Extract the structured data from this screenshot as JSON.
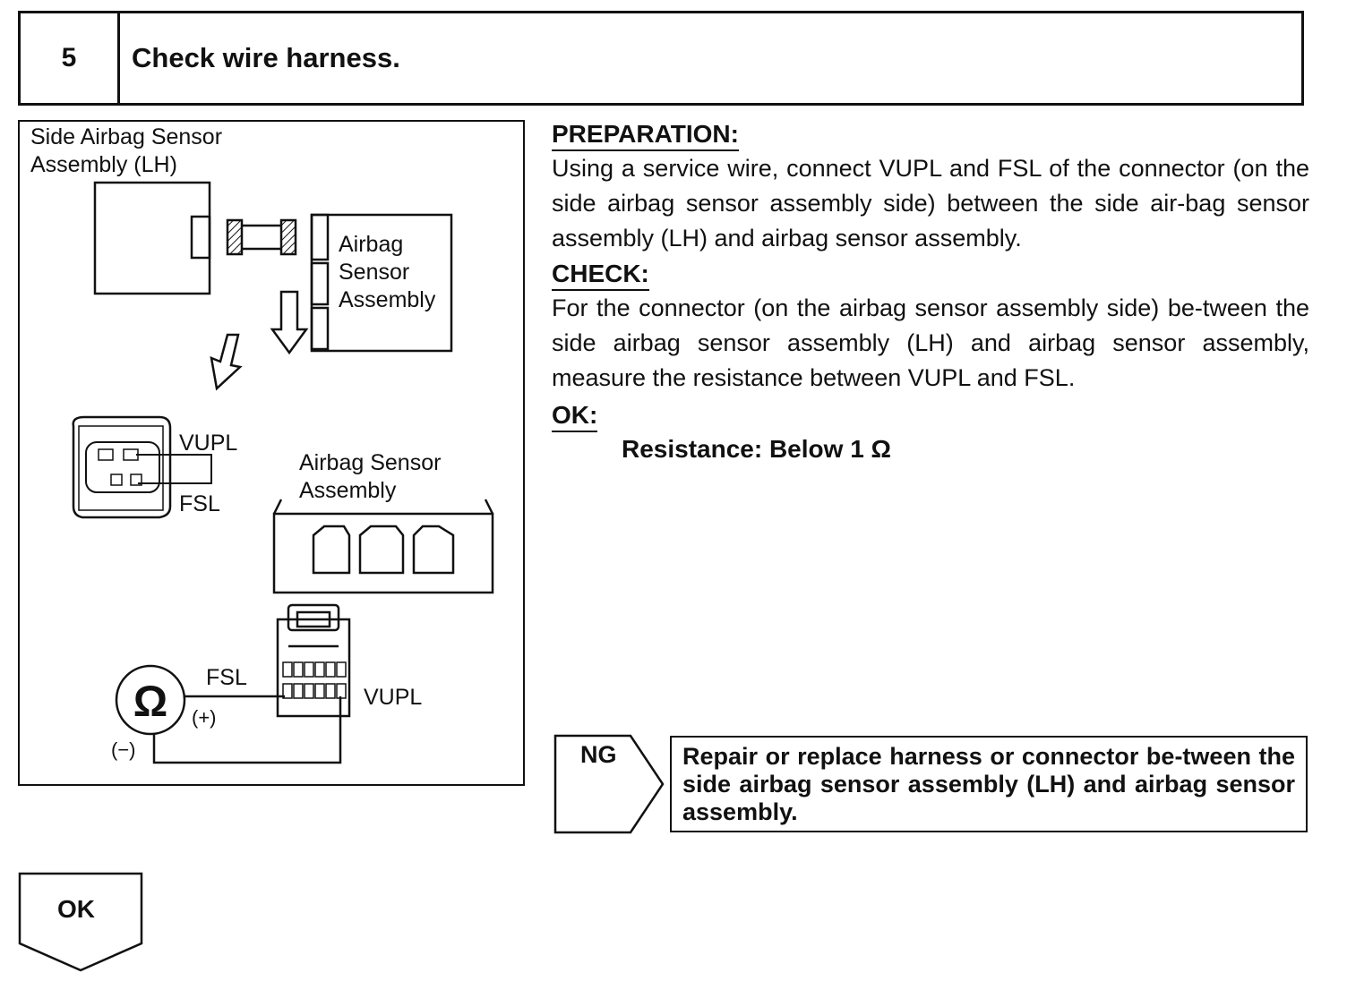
{
  "step": {
    "number": "5",
    "title": "Check wire harness."
  },
  "diagram": {
    "side_sensor_label": [
      "Side Airbag Sensor",
      "Assembly (LH)"
    ],
    "airbag_sensor_label": [
      "Airbag",
      "Sensor",
      "Assembly"
    ],
    "connector_vupl": "VUPL",
    "connector_fsl": "FSL",
    "airbag_sensor_label_2": [
      "Airbag Sensor",
      "Assembly"
    ],
    "meter_fsl": "FSL",
    "meter_vupl": "VUPL",
    "meter_plus": "(+)",
    "meter_minus": "(−)",
    "ohm_symbol": "Ω"
  },
  "preparation": {
    "heading": "PREPARATION:",
    "text": "Using a service wire, connect VUPL and FSL of the connector (on the side airbag sensor assembly side) between the side air-bag sensor assembly (LH) and airbag sensor assembly."
  },
  "check": {
    "heading": "CHECK:",
    "text": "For the connector (on the airbag sensor assembly side) be-tween the side airbag sensor assembly (LH) and airbag sensor assembly, measure the resistance between VUPL and FSL."
  },
  "ok": {
    "heading": "OK:",
    "result": "Resistance: Below 1 Ω"
  },
  "ng": {
    "label": "NG",
    "action": "Repair or replace harness or connector be-tween the side airbag sensor assembly (LH) and airbag sensor assembly."
  },
  "ok_arrow": {
    "label": "OK"
  }
}
